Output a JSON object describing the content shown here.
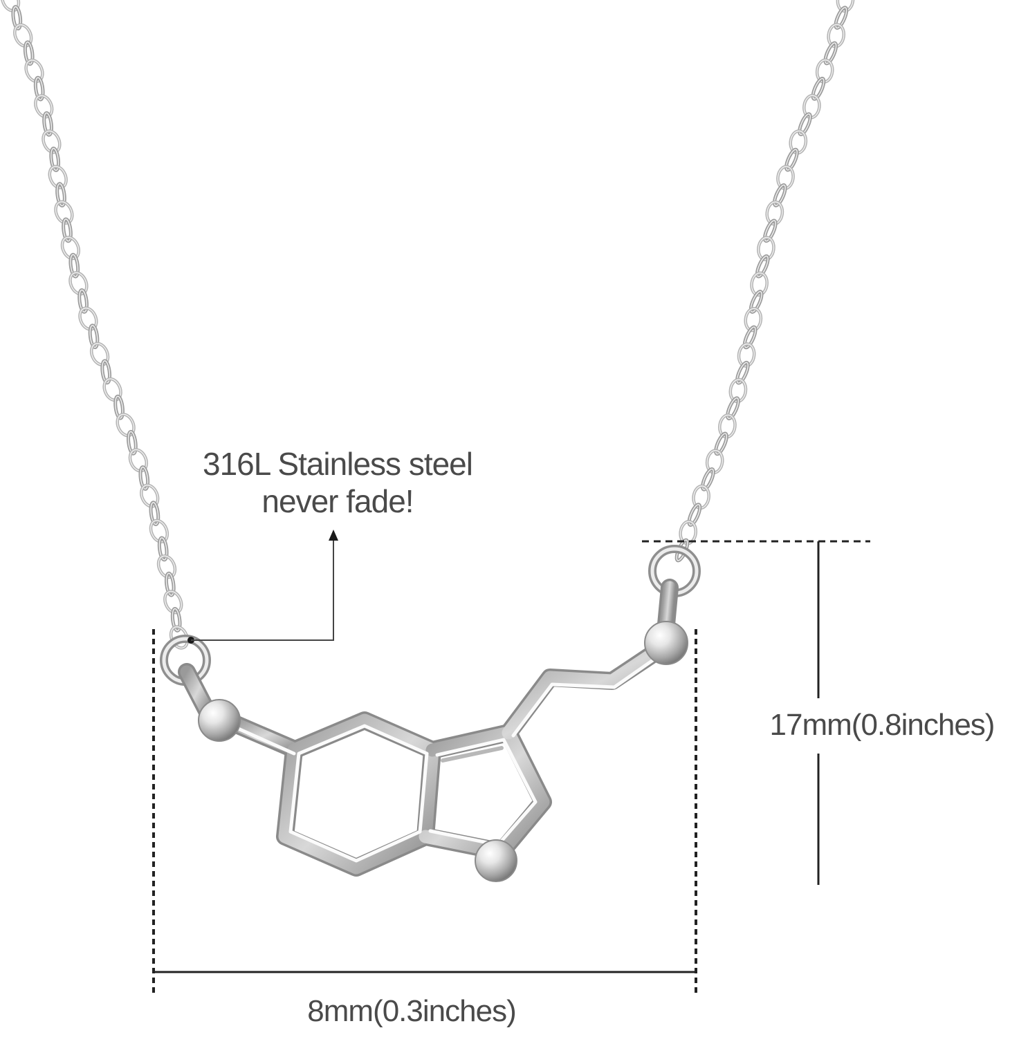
{
  "annotations": {
    "material_line1": "316L Stainless steel",
    "material_line2": "never fade!",
    "height": "17mm(0.8inches)",
    "width": "8mm(0.3inches)"
  },
  "colors": {
    "background": "#ffffff",
    "text": "#4a4a4a",
    "dimension_lines": "#222222",
    "silver_light": "#f4f4f4",
    "silver_mid": "#c9c9c9",
    "silver_dark": "#8c8c8c"
  },
  "product": {
    "type": "pendant-necklace",
    "pendant_shape": "serotonin-molecule",
    "material_finish": "silver"
  }
}
